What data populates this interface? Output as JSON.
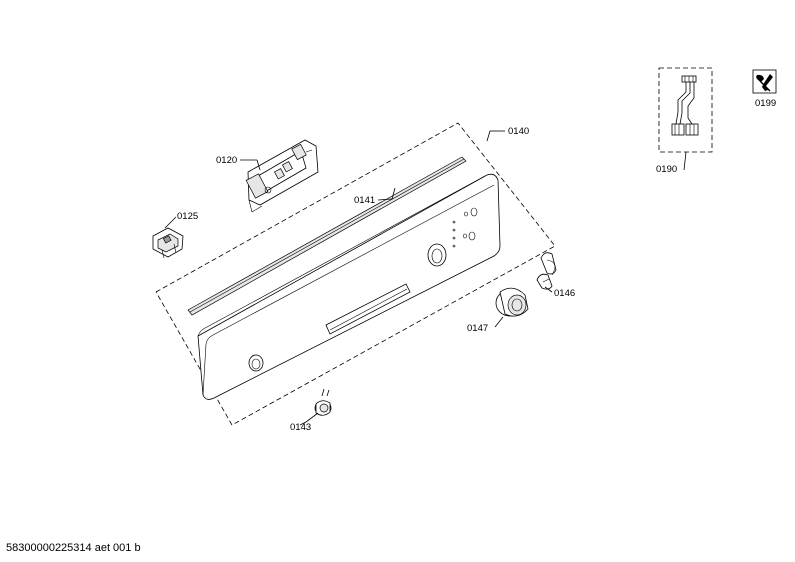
{
  "parts": {
    "p0120": "0120",
    "p0125": "0125",
    "p0140": "0140",
    "p0141": "0141",
    "p0143": "0143",
    "p0146": "0146",
    "p0147": "0147",
    "p0190": "0190",
    "p0199": "0199"
  },
  "footer": {
    "drawing_id": "58300000225314 aet 001 b"
  },
  "icons": {
    "tool_icon": "wrench-screwdriver-icon"
  }
}
